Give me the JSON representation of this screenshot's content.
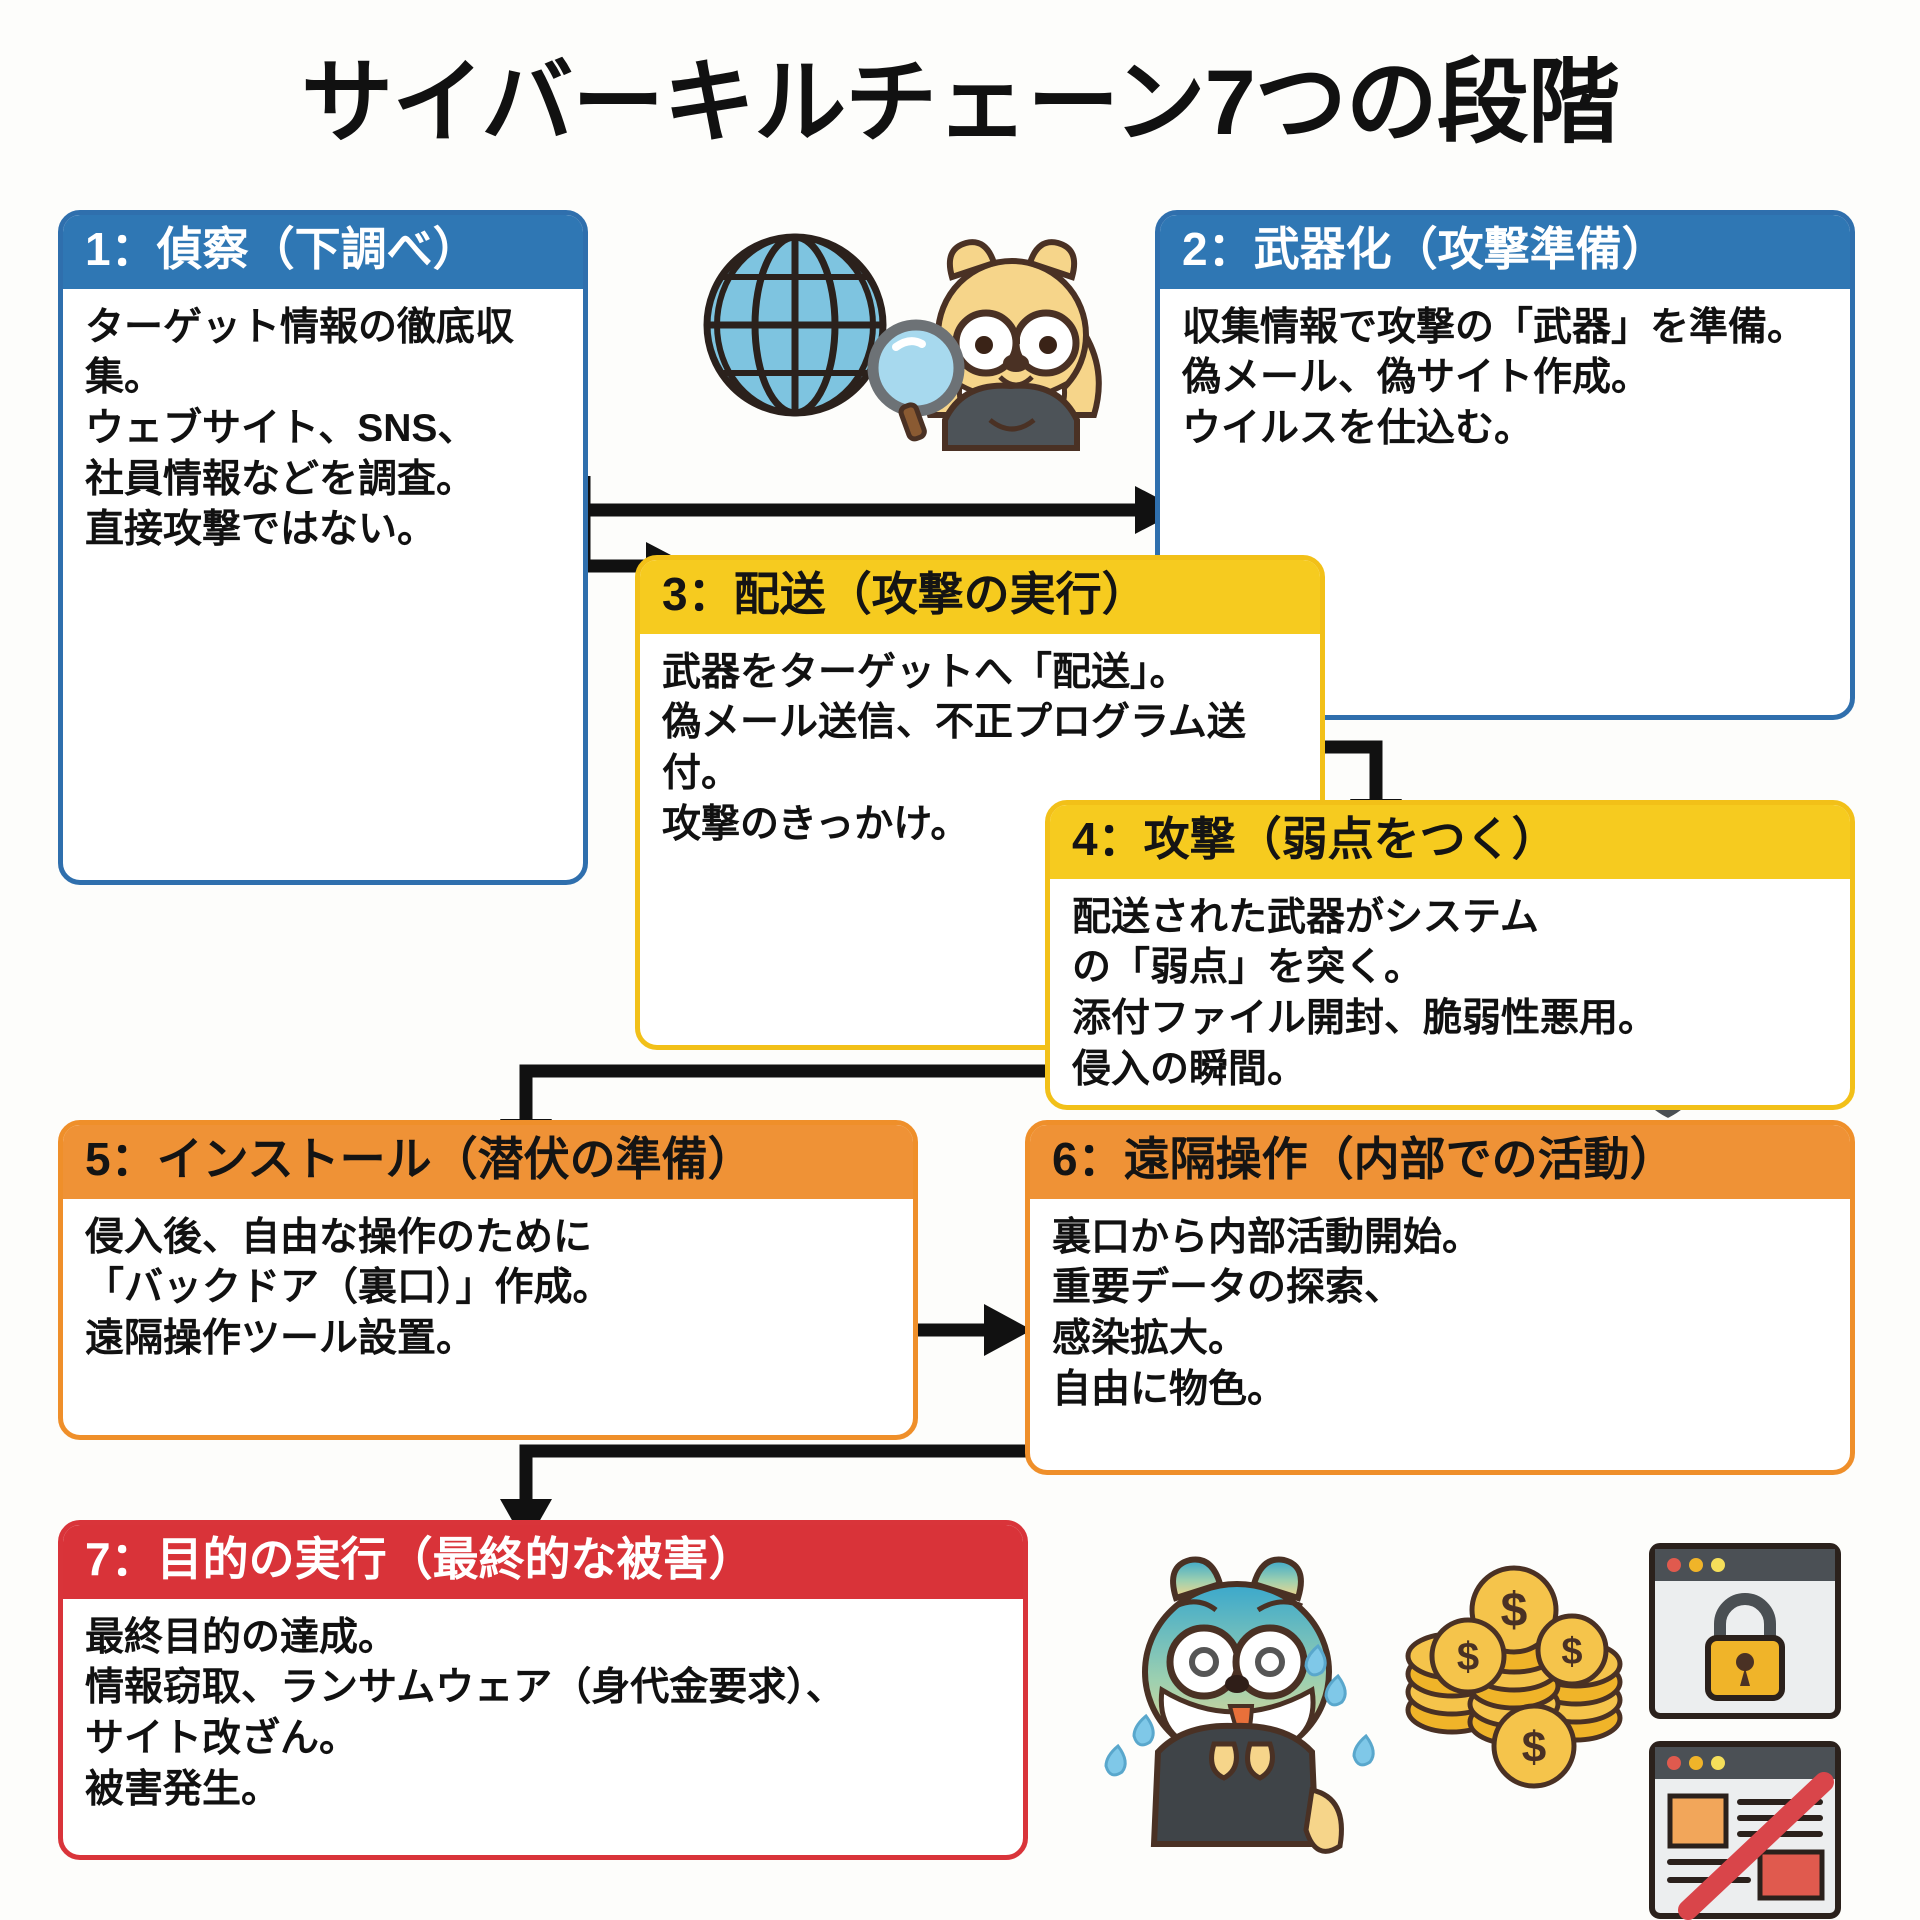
{
  "page": {
    "title": "サイバーキルチェーン7つの段階",
    "background": "#fdfdfb"
  },
  "colors": {
    "blue_header": "#2f77b4",
    "blue_border": "#2f6fad",
    "yellow_header": "#f6cb1f",
    "yellow_border": "#f2c018",
    "orange_header": "#ef9236",
    "orange_border": "#ef8f2a",
    "red_header": "#d93339",
    "red_border": "#d9343a",
    "arrow": "#111111",
    "accent_blue_arrow": "#2f77b4"
  },
  "stages": [
    {
      "number": "1",
      "header": "1：偵察（下調べ）",
      "body": "ターゲット情報の徹底収集。\nウェブサイト、SNS、\n社員情報などを調査。\n直接攻撃ではない。",
      "color": "blue",
      "icons": [
        "globe-icon",
        "magnifier-icon",
        "bear-detective-icon",
        "hacker-cat-laptop-icon",
        "bomb-icon"
      ]
    },
    {
      "number": "2",
      "header": "2：武器化（攻撃準備）",
      "body": "収集情報で攻撃の「武器」を準備。\n偽メール、偽サイト作成。\nウイルスを仕込む。",
      "color": "blue",
      "icons": [
        "virus-envelope-icon",
        "bomb-icon",
        "fake-website-icon"
      ]
    },
    {
      "number": "3",
      "header": "3：配送（攻撃の実行）",
      "body": "武器をターゲットへ「配送」。\n偽メール送信、不正プログラム送付。\n攻撃のきっかけ。",
      "color": "yellow",
      "icons": [
        "virus-envelope-icon",
        "blue-arrow-icon",
        "monitor-icon"
      ]
    },
    {
      "number": "4",
      "header": "4：攻撃（弱点をつく）",
      "body": "配送された武器がシステム\nの「弱点」を突く。\n添付ファイル開封、脆弱性悪用。\n侵入の瞬間。",
      "color": "yellow",
      "icons": [
        "broken-shield-arrow-icon"
      ]
    },
    {
      "number": "5",
      "header": "5：インストール（潜伏の準備）",
      "body": "侵入後、自由な操作のために\n「バックドア（裏口）」作成。\n遠隔操作ツール設置。",
      "color": "orange",
      "icons": [
        "pc-tower-backdoor-icon"
      ]
    },
    {
      "number": "6",
      "header": "6：遠隔操作（内部での活動）",
      "body": "裏口から内部活動開始。\n重要データの探索、\n感染拡大。\n自由に物色。",
      "color": "orange",
      "icons": [
        "remote-control-icon",
        "network-monitors-icon",
        "document-icon"
      ]
    },
    {
      "number": "7",
      "header": "7：目的の実行（最終的な被害）",
      "body": "最終目的の達成。\n情報窃取、ランサムウェア（身代金要求）、\nサイト改ざん。\n被害発生。",
      "color": "red",
      "icons": [
        "panicked-bear-icon",
        "coin-stack-icon",
        "locked-window-icon",
        "defaced-website-icon"
      ]
    }
  ],
  "connectors": [
    {
      "from": "1",
      "to": "2",
      "shape": "horizontal-right"
    },
    {
      "from": "1",
      "to": "3",
      "shape": "elbow-down-right"
    },
    {
      "from": "3",
      "to": "4",
      "shape": "elbow-down"
    },
    {
      "from": "4",
      "to": "5",
      "shape": "elbow-left-down"
    },
    {
      "from": "5",
      "to": "6",
      "shape": "horizontal-right"
    },
    {
      "from": "6",
      "to": "7",
      "shape": "elbow-left-down"
    }
  ]
}
